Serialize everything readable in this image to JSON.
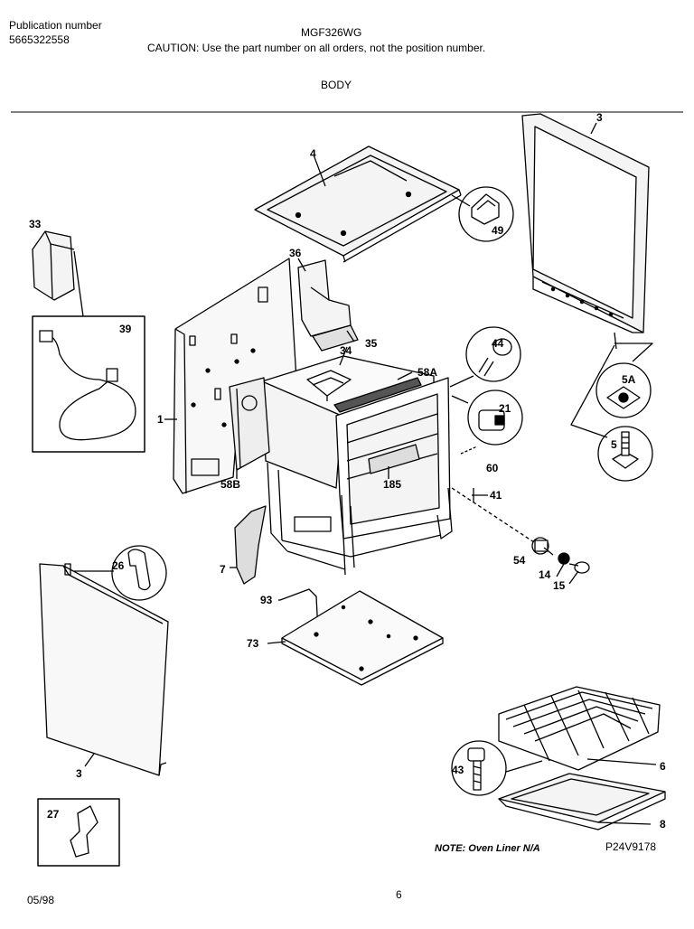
{
  "header": {
    "publication_label": "Publication number",
    "publication_number": "5665322558",
    "model": "MGF326WG",
    "caution": "CAUTION:  Use the part number on all orders, not the position number.",
    "section": "BODY"
  },
  "parts": {
    "p1": "1",
    "p3_top": "3",
    "p3_bottom": "3",
    "p4": "4",
    "p5": "5",
    "p5a": "5A",
    "p6": "6",
    "p7": "7",
    "p8": "8",
    "p14": "14",
    "p15": "15",
    "p21": "21",
    "p26": "26",
    "p27": "27",
    "p33": "33",
    "p34": "34",
    "p35": "35",
    "p36": "36",
    "p39": "39",
    "p41": "41",
    "p43": "43",
    "p44": "44",
    "p49": "49",
    "p54": "54",
    "p58a": "58A",
    "p58b": "58B",
    "p60": "60",
    "p73": "73",
    "p93": "93",
    "p185": "185"
  },
  "footer": {
    "note": "NOTE: Oven Liner N/A",
    "figure_id": "P24V9178",
    "date": "05/98",
    "page": "6"
  }
}
